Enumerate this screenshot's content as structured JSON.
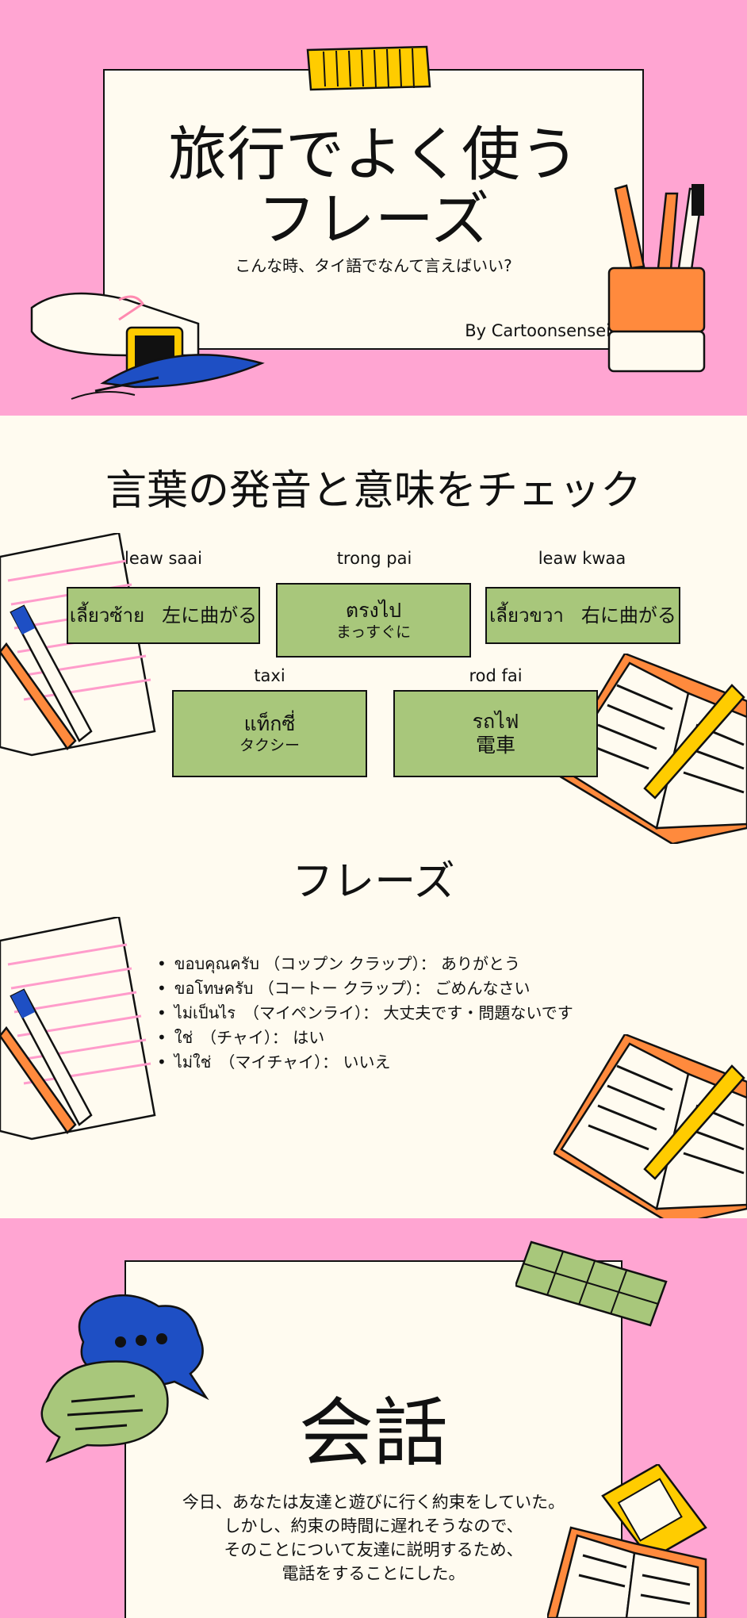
{
  "hero": {
    "title_line1": "旅行でよく使う",
    "title_line2": "フレーズ",
    "subtitle": "こんな時、タイ語でなんて言えばいい?",
    "byline": "By Cartoonsensei"
  },
  "vocab": {
    "heading": "言葉の発音と意味をチェック",
    "words": [
      {
        "romaji": "leaw saai",
        "thai": "เลี้ยวซ้าย",
        "meaning": "左に曲がる"
      },
      {
        "romaji": "trong pai",
        "thai": "ตรงไป",
        "meaning": "まっすぐに"
      },
      {
        "romaji": "leaw kwaa",
        "thai": "เลี้ยวขวา",
        "meaning": "右に曲がる"
      },
      {
        "romaji": "taxi",
        "thai": "แท็กซี่",
        "meaning": "タクシー"
      },
      {
        "romaji": "rod fai",
        "thai": "รถไฟ",
        "meaning": "電車"
      }
    ]
  },
  "phrases": {
    "heading": "フレーズ",
    "items": [
      "ขอบคุณครับ （コップン クラップ）： ありがとう",
      "ขอโทษครับ （コートー クラップ）： ごめんなさい",
      "ไม่เป็นไร　（マイペンライ）： 大丈夫です・問題ないです",
      "ใช่　（チャイ）： はい",
      "ไม่ใช่　（マイチャイ）： いいえ"
    ]
  },
  "conversation": {
    "heading": "会話",
    "lines": [
      "今日、あなたは友達と遊びに行く約束をしていた。",
      "しかし、約束の時間に遅れそうなので、",
      "そのことについて友達に説明するため、",
      "電話をすることにした。"
    ]
  },
  "colors": {
    "pink": "#ffa5d2",
    "cream": "#fffbf0",
    "green": "#a8c77b",
    "orange": "#ff8a3d",
    "blue": "#1e4fc4",
    "yellow": "#ffcc00"
  }
}
